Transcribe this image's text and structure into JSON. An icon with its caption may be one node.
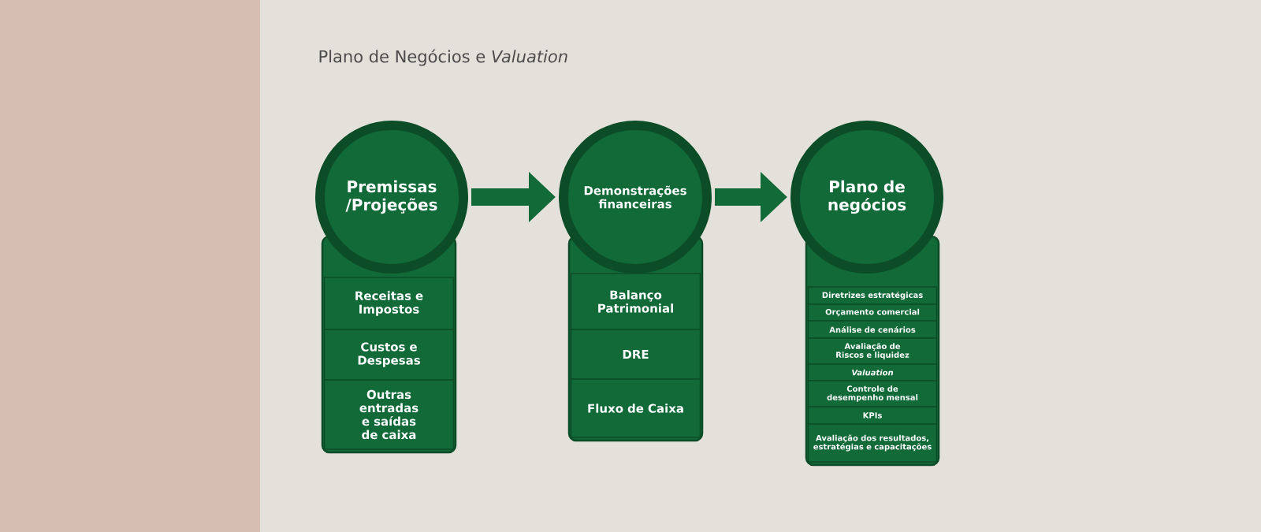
{
  "diagram": {
    "title": "Plano de Negócios e *Valuation*",
    "nodes": [
      {
        "text": [
          "Premissas /Projeções"
        ]
      },
      {
        "text": [],
        "shape": "box"
      },
      {
        "text": [
          "Receitas e Impostos"
        ],
        "in": 1
      },
      {
        "text": [
          "Custos e Despesas"
        ],
        "in": 1
      },
      {
        "text": [
          "Outras entradas e saídas de caixa"
        ],
        "in": 1
      },
      {
        "text": [
          "Demonstrações financeiras"
        ]
      },
      {
        "text": [],
        "shape": "box"
      },
      {
        "text": [
          "Balanço Patrimonial"
        ],
        "in": 6
      },
      {
        "text": [
          "DRE"
        ],
        "in": 6
      },
      {
        "text": [
          "Fluxo de Caixa"
        ],
        "in": 6
      },
      {
        "text": [
          "Plano de negócios"
        ]
      },
      {
        "text": [],
        "shape": "box"
      },
      {
        "text": [
          "Diretrizes estratégicas"
        ],
        "in": 11
      },
      {
        "text": [
          "Orçamento comercial"
        ],
        "in": 11
      },
      {
        "text": [
          "Análise de cenários"
        ],
        "in": 11
      },
      {
        "text": [
          "Avaliação de Riscos e liquidez"
        ],
        "in": 11
      },
      {
        "text": [
          "Valuation"
        ],
        "in": 11
      },
      {
        "text": [
          "Controle de desempenho mensal"
        ],
        "in": 11
      },
      {
        "text": [
          "KPIs"
        ],
        "in": 11
      },
      {
        "text": [
          "Avaliação dos resultados, estratégias e capacitações"
        ],
        "in": 11
      }
    ],
    "edges": [
      {
        "from": 0,
        "to": 5,
        "arrow": "to"
      },
      {
        "from": 5,
        "to": 10,
        "arrow": "to"
      }
    ]
  }
}
